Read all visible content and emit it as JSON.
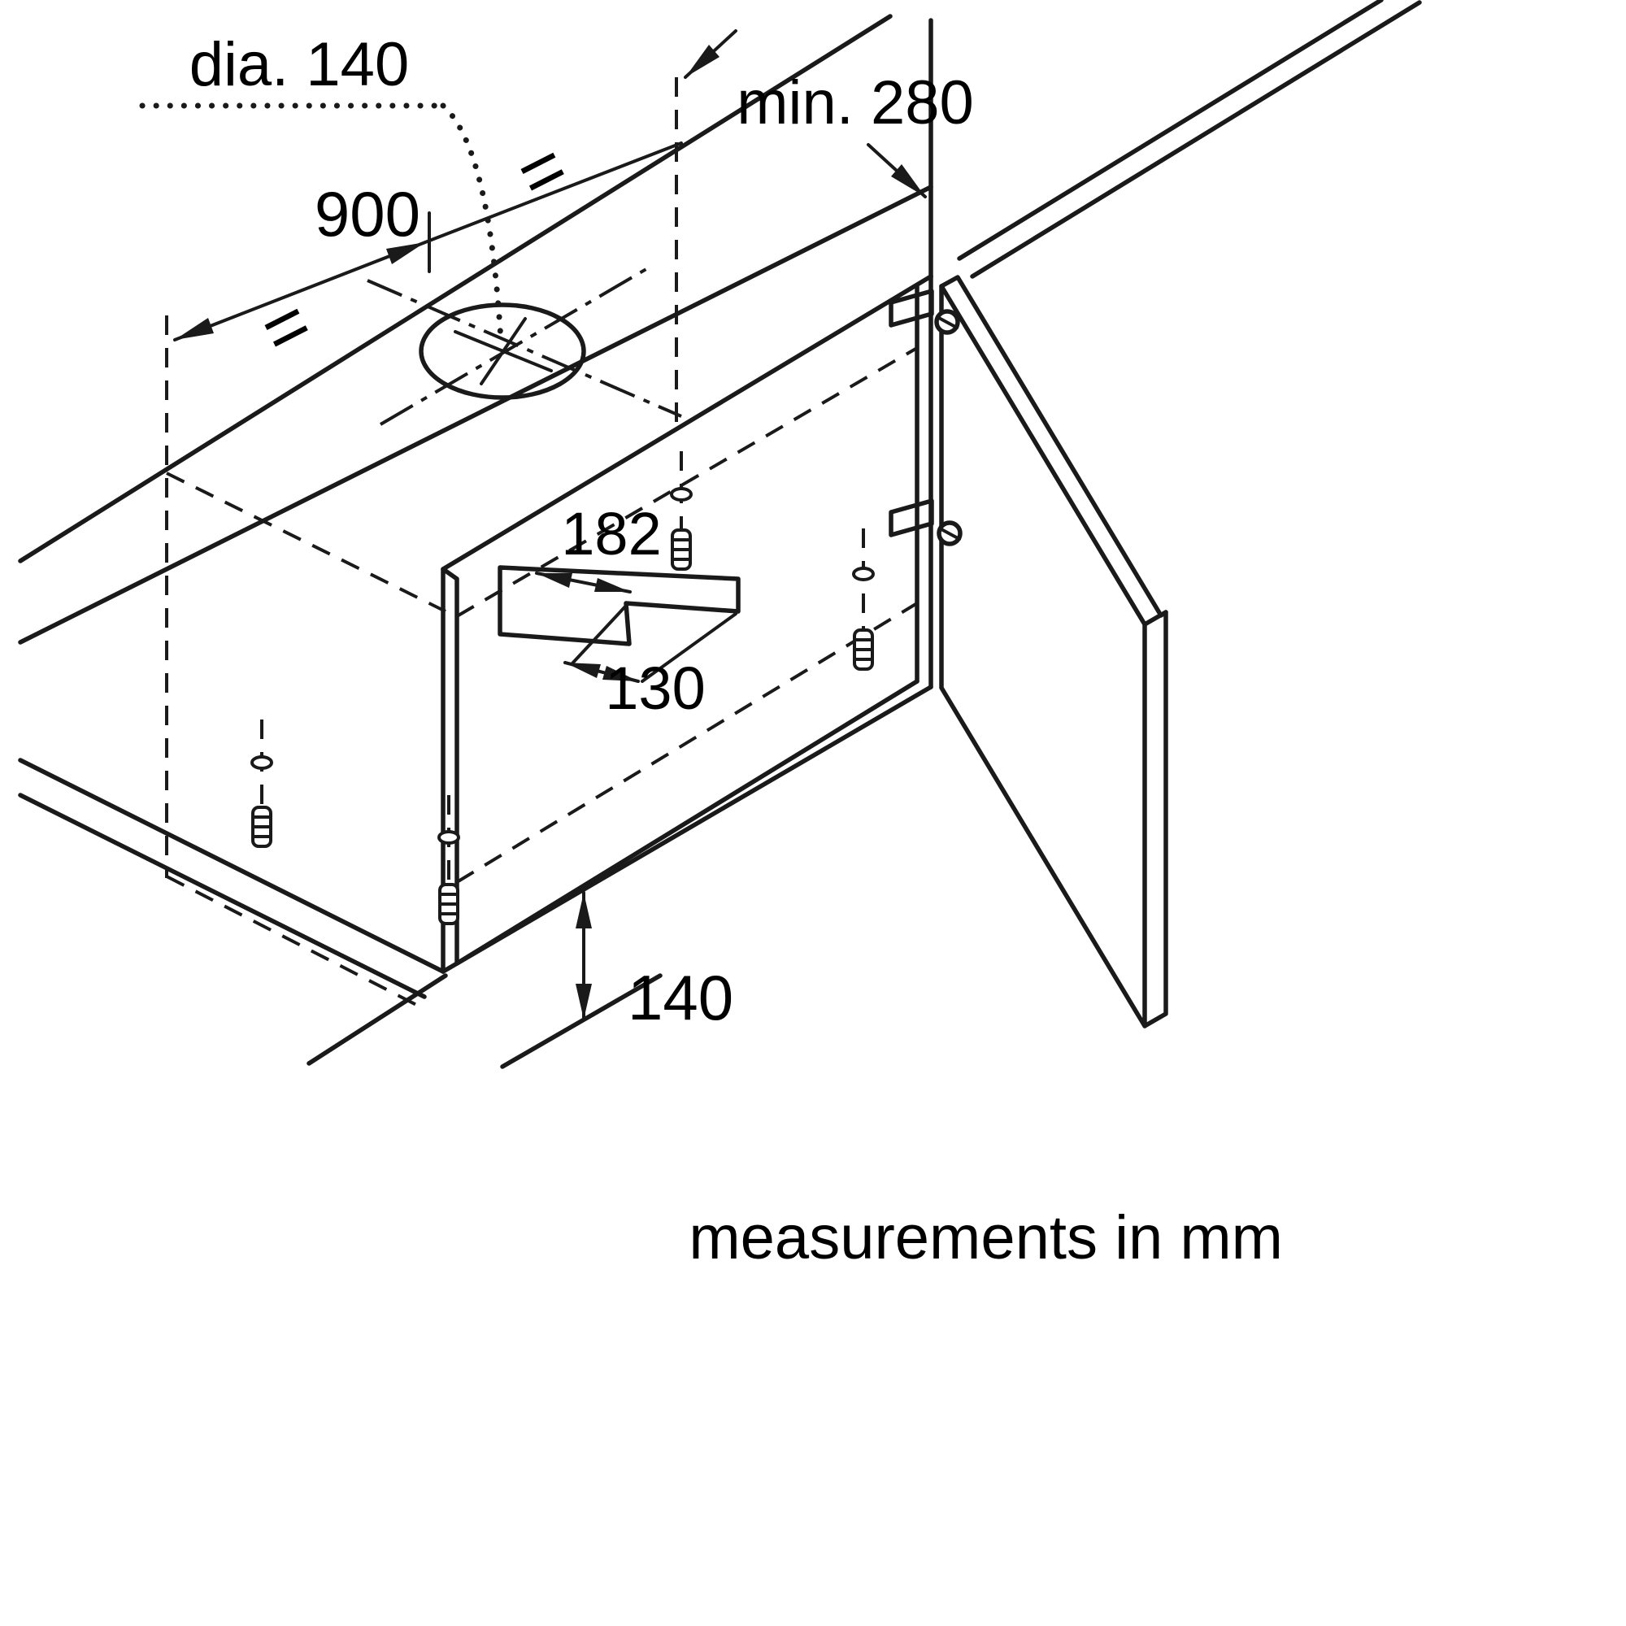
{
  "diagram": {
    "title_caption": "measurements in mm",
    "labels": {
      "hole_diameter": "dia. 140",
      "min_clearance": "min. 280",
      "cabinet_width": "900",
      "cutout_width": "182",
      "cutout_depth": "130",
      "bottom_height": "140",
      "equal_left": "=",
      "equal_right": "="
    },
    "dimensions_mm": {
      "hole_diameter": 140,
      "min_clearance": 280,
      "cabinet_width": 900,
      "cutout_width": 182,
      "cutout_depth": 130,
      "bottom_height": 140
    },
    "colors": {
      "line": "#1a1a1a",
      "background": "#ffffff"
    }
  }
}
